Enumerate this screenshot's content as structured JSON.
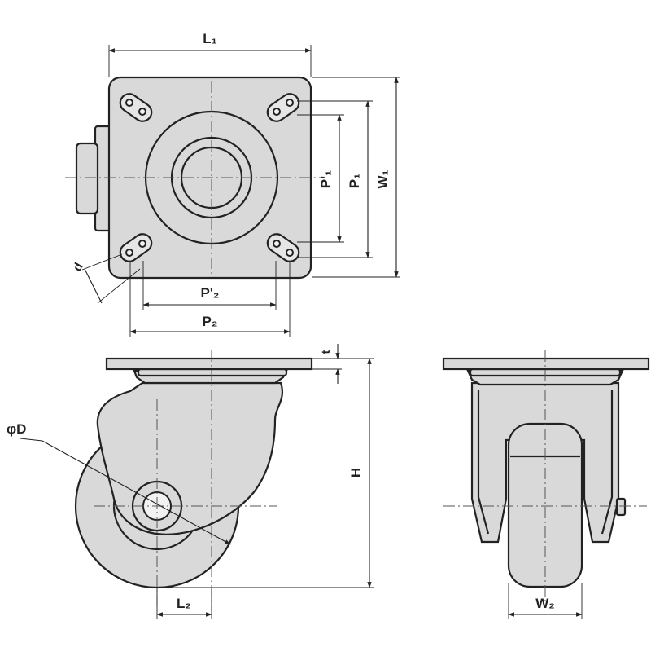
{
  "dimension_labels": {
    "L1": "L₁",
    "W1": "W₁",
    "P1": "P₁",
    "P1_prime": "P'₁",
    "P2": "P₂",
    "P2_prime": "P'₂",
    "d": "d",
    "t": "t",
    "H": "H",
    "D": "φD",
    "L2": "L₂",
    "W2": "W₂"
  }
}
